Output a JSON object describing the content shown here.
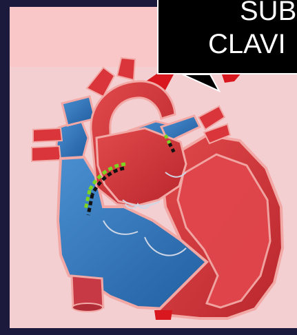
{
  "callout": {
    "line1": "SUB",
    "line2": "CLAVI"
  },
  "colors": {
    "frame": "#1b1a3d",
    "slide_background": "#f3cfd1",
    "header_band": "#f9c7c7",
    "oxygenated_red": "#d9353b",
    "deoxygenated_blue": "#2e73b8",
    "heart_outline": "#f2a9a6",
    "dotted_marker_green": "#7ed321",
    "dotted_marker_black": "#111111",
    "callout_background": "#000000",
    "callout_text": "#ffffff"
  },
  "icons": [
    "heart-illustration",
    "arrow-pointer"
  ]
}
